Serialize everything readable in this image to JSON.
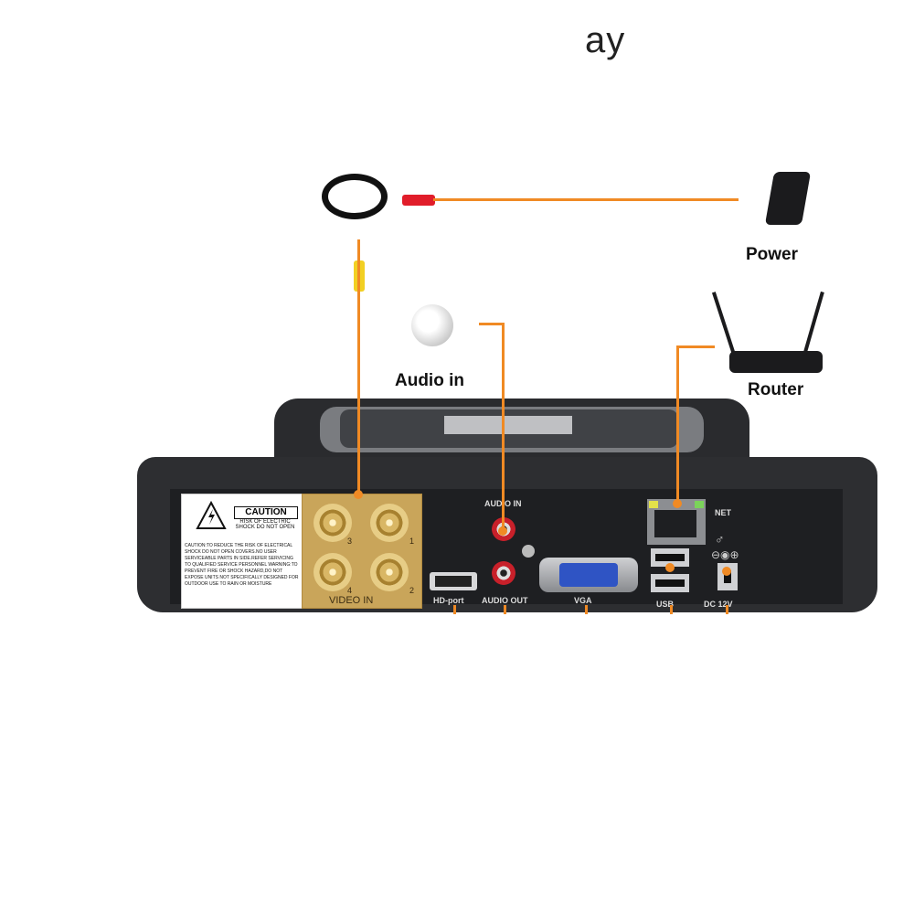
{
  "title": "ay",
  "labels": {
    "power": "Power",
    "router": "Router",
    "audio_in": "Audio in"
  },
  "caution": {
    "heading": "CAUTION",
    "sub": "RISK OF ELECTRIC SHOCK DO NOT OPEN",
    "body": "CAUTION:TO REDUCE THE RISK OF ELECTRICAL SHOCK DO NOT OPEN COVERS.NO USER SERVICEABLE PARTS IN SIDE.REFER SERVICING TO QUALIFIED SERVICE PERSONNEL WARNING:TO PREVENT FIRE OR SHOCK HAZARD,DO NOT EXPOSE UNITS NOT SPECIFICALLY DESIGNED FOR OUTDOOR USE TO RAIN OR MOISTURE"
  },
  "video_in": {
    "label": "VIDEO IN",
    "channels": [
      "3",
      "1",
      "4",
      "2"
    ]
  },
  "ports": {
    "audio_in": "AUDIO IN",
    "audio_out": "AUDIO OUT",
    "hdmi": "HD-port",
    "vga": "VGA",
    "net": "NET",
    "usb": "USB",
    "dc": "DC 12V"
  },
  "colors": {
    "wire": "#f08a24",
    "dvr": "#2d2e31",
    "gold": "#c9a55a"
  }
}
